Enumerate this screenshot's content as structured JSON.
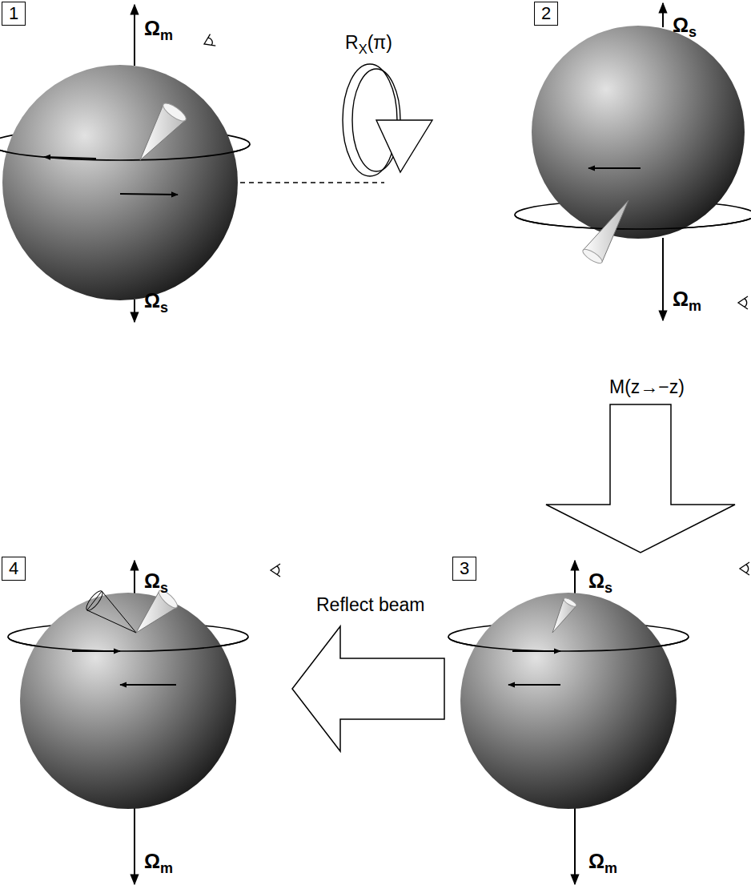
{
  "diagram": {
    "nodes": [
      {
        "text": [
          "1",
          "Ωm",
          "Ωs"
        ]
      },
      {
        "text": [
          "2",
          "Ωs",
          "Ωm"
        ]
      },
      {
        "text": [
          "3",
          "Ωs",
          "Ωm"
        ]
      },
      {
        "text": [
          "4",
          "Ωs",
          "Ωm"
        ]
      }
    ],
    "edges": [
      {
        "from": 0,
        "to": 1,
        "label": "RX(π)",
        "arrow": "none"
      },
      {
        "from": 1,
        "to": 2,
        "label": "M(z→−z)",
        "arrow": "to"
      },
      {
        "from": 2,
        "to": 3,
        "label": "Reflect beam",
        "arrow": "to"
      }
    ]
  }
}
